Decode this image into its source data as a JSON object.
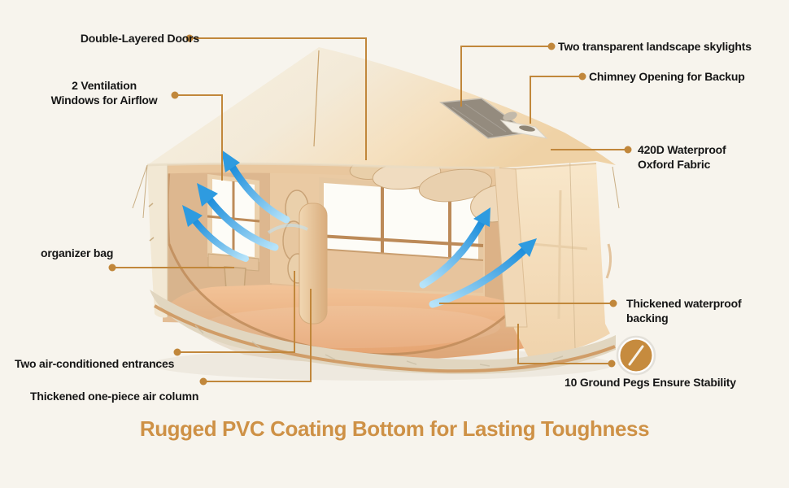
{
  "title": {
    "text": "Rugged PVC Coating Bottom for Lasting Toughness"
  },
  "labels": {
    "doors": "Double-Layered Doors",
    "vent_line1": "2 Ventilation",
    "vent_line2": "Windows for Airflow",
    "organizer": "organizer bag",
    "entrances": "Two air-conditioned entrances",
    "air_column": "Thickened one-piece air column",
    "skylights": "Two transparent landscape skylights",
    "chimney": "Chimney Opening for Backup",
    "fabric_line1": "420D Waterproof",
    "fabric_line2": "Oxford Fabric",
    "backing_line1": "Thickened waterproof",
    "backing_line2": "backing",
    "pegs": "10 Ground Pegs Ensure Stability"
  },
  "icons": {
    "peg_badge": "ground-peg-icon",
    "airflow": "airflow-arrow-icon"
  },
  "colors": {
    "background": "#F7F4ED",
    "accent_line": "#C1873B",
    "title_text": "#CE9146",
    "label_text": "#161616",
    "arrow_blue": "#2E9BE0"
  }
}
